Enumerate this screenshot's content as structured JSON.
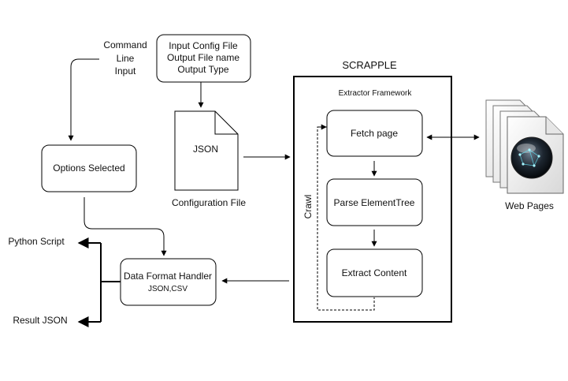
{
  "diagram": {
    "command_line": [
      "Command",
      "Line",
      "Input"
    ],
    "input_config": [
      "Input Config File",
      "Output File name",
      "Output Type"
    ],
    "json_doc": "JSON",
    "configuration_file": "Configuration File",
    "options_selected": "Options Selected",
    "scrapple": "SCRAPPLE",
    "extractor_framework": "Extractor Framework",
    "fetch_page": "Fetch page",
    "parse_elementtree": "Parse ElementTree",
    "extract_content": "Extract Content",
    "crawl": "Crawl",
    "data_format_handler": "Data Format Handler",
    "data_format_sub": "JSON,CSV",
    "python_script": "Python Script",
    "result_json": "Result JSON",
    "web_pages": "Web Pages"
  }
}
